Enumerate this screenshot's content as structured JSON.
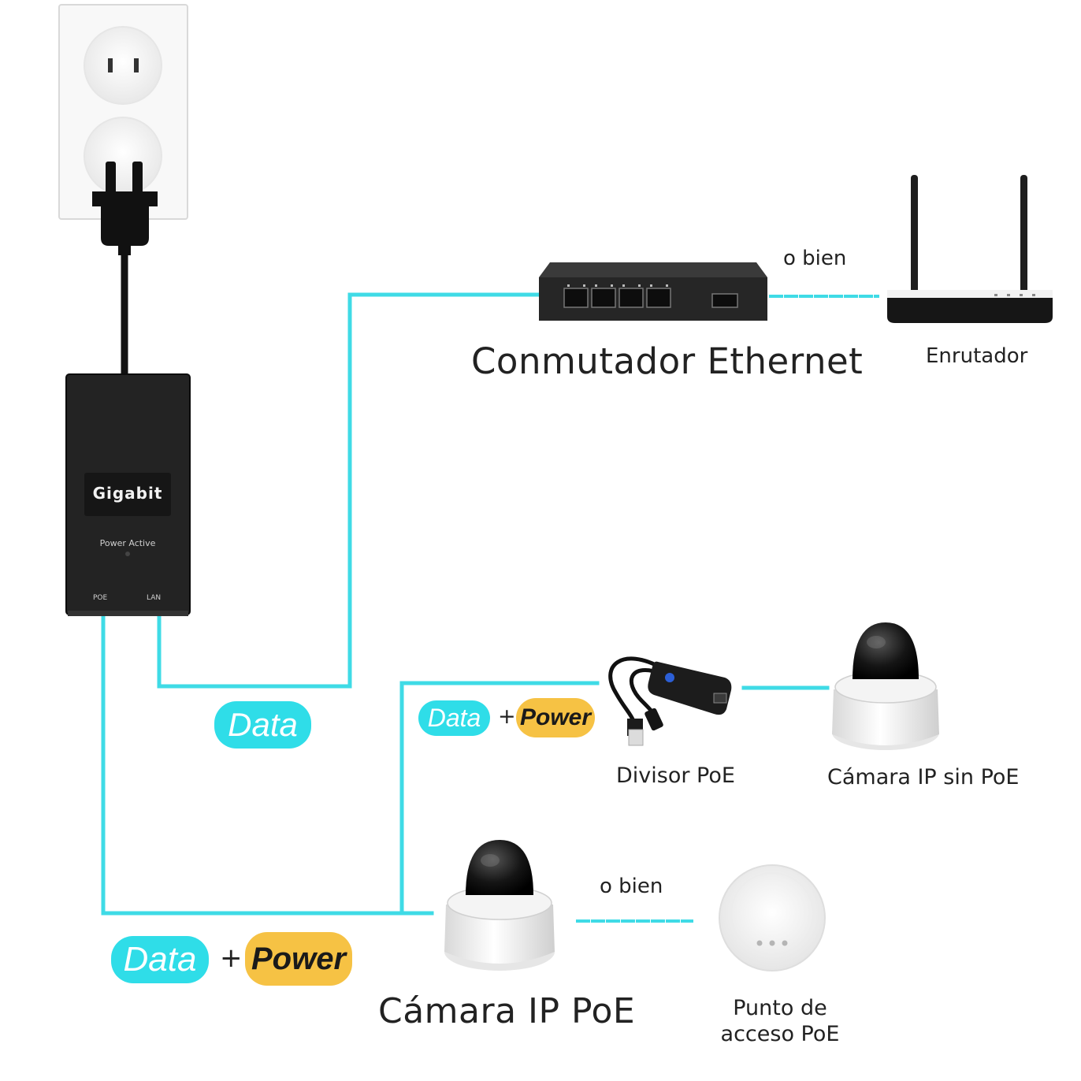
{
  "colors": {
    "cable": "#3fdbe6",
    "data_pill": "#2fdde8",
    "power_pill": "#f6c244",
    "device_dark": "#1f1f1f"
  },
  "injector": {
    "brand": "Gigabit",
    "status": "Power Active",
    "port_poe": "POE",
    "port_lan": "LAN"
  },
  "labels": {
    "switch": "Conmutador Ethernet",
    "router": "Enrutador",
    "or_top": "o bien",
    "splitter": "Divisor PoE",
    "non_poe_camera": "Cámara IP sin PoE",
    "poe_camera": "Cámara IP PoE",
    "or_bottom": "o bien",
    "access_point_line1": "Punto de",
    "access_point_line2": "acceso PoE"
  },
  "tags": {
    "data": "Data",
    "power": "Power",
    "plus": "+"
  },
  "icons": [
    "wall-outlet-icon",
    "power-plug-icon",
    "poe-injector-icon",
    "ethernet-switch-icon",
    "router-icon",
    "poe-splitter-icon",
    "dome-camera-icon",
    "access-point-icon"
  ]
}
